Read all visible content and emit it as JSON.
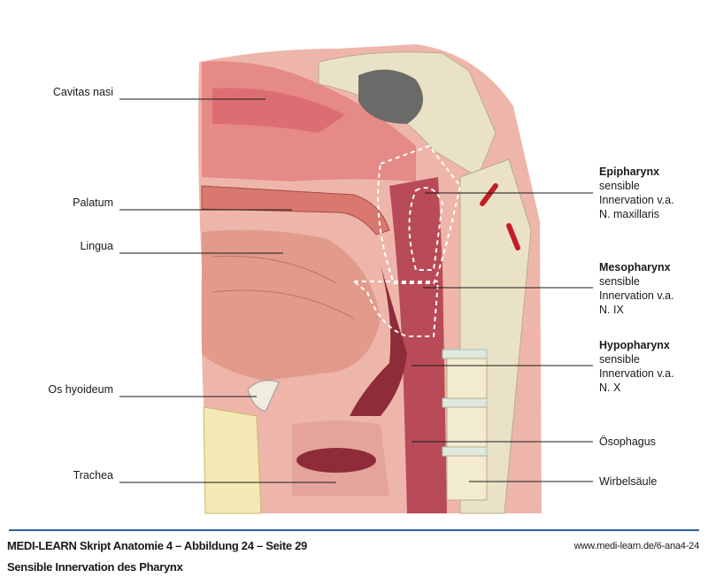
{
  "labels_left": [
    {
      "id": "cavitas-nasi",
      "text": "Cavitas nasi"
    },
    {
      "id": "palatum",
      "text": "Palatum"
    },
    {
      "id": "lingua",
      "text": "Lingua"
    },
    {
      "id": "os-hyoideum",
      "text": "Os hyoideum"
    },
    {
      "id": "trachea",
      "text": "Trachea"
    }
  ],
  "labels_right": [
    {
      "id": "epipharynx",
      "title": "Epipharynx",
      "lines": [
        "sensible",
        "Innervation v.a.",
        "N. maxillaris"
      ]
    },
    {
      "id": "mesopharynx",
      "title": "Mesopharynx",
      "lines": [
        "sensible",
        "Innervation v.a.",
        "N. IX"
      ]
    },
    {
      "id": "hypopharynx",
      "title": "Hypopharynx",
      "lines": [
        "sensible",
        "Innervation v.a.",
        "N. X"
      ]
    },
    {
      "id": "oesophagus",
      "text": "Ösophagus"
    },
    {
      "id": "wirbelsaeule",
      "text": "Wirbelsäule"
    }
  ],
  "footer": {
    "title": "MEDI-LEARN Skript Anatomie 4 – Abbildung 24 – Seite 29",
    "subtitle": "Sensible Innervation des Pharynx",
    "url": "www.medi-learn.de/6-ana4-24"
  },
  "colors": {
    "rule": "#2f5f9e",
    "tissue": "#e39a92",
    "mucosa": "#c8585e",
    "bone": "#e9e2c6"
  }
}
